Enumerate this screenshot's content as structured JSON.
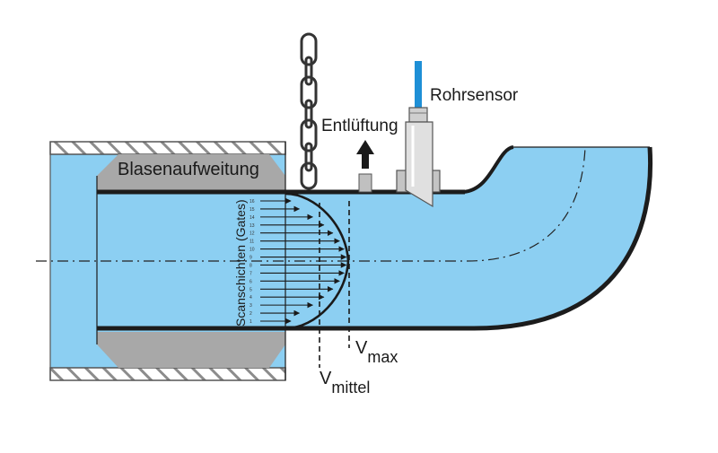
{
  "labels": {
    "rohrsensor": "Rohrsensor",
    "entlueftung": "Entlüftung",
    "blasenaufweitung": "Blasenaufweitung",
    "scanschichten": "Scanschichten (Gates)",
    "vmax_main": "V",
    "vmax_sub": "max",
    "vmittel_main": "V",
    "vmittel_sub": "mittel"
  },
  "gates": [
    16,
    15,
    14,
    13,
    12,
    11,
    10,
    9,
    8,
    7,
    6,
    5,
    4,
    3,
    2,
    1
  ],
  "colors": {
    "water": "#8ccff2",
    "pipe_wall": "#1c1c1c",
    "bubble_gray": "#a8a8a8",
    "hatch": "#9a9a9a",
    "sensor_blue": "#1e8fd6",
    "sensor_body": "#d8d8d8"
  }
}
